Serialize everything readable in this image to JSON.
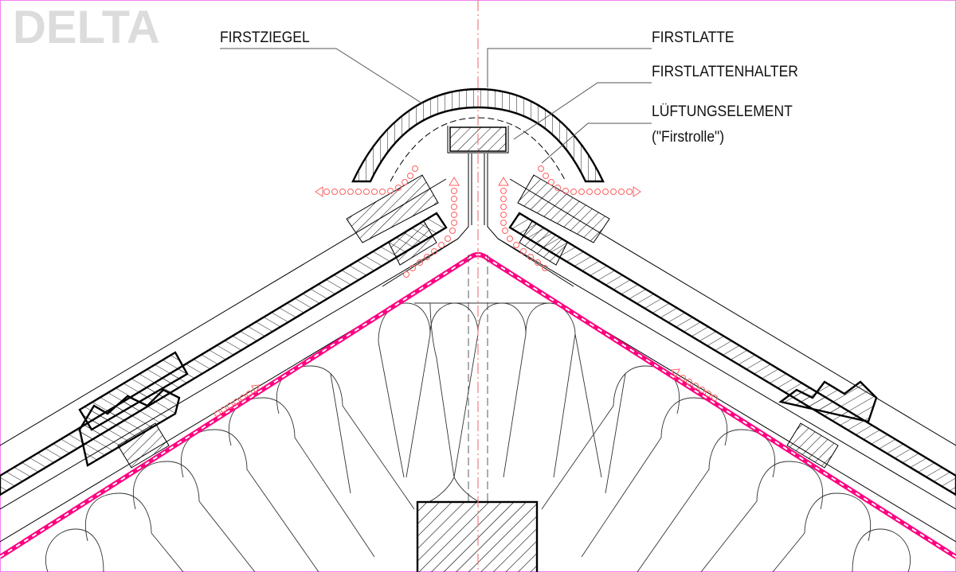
{
  "brand": {
    "logo_text": "DELTA",
    "logo_color": "#dcdcdc"
  },
  "labels": {
    "firstziegel": "FIRSTZIEGEL",
    "firstlatte": "FIRSTLATTE",
    "firstlattenhalter": "FIRSTLATTENHALTER",
    "lueftungselement": "LÜFTUNGSELEMENT",
    "lueftungselement_sub": "(\"Firstrolle\")"
  },
  "colors": {
    "membrane": "#ff0080",
    "airflow": "#ff6060",
    "centerline": "#f08080",
    "frame": "#f080f0",
    "line": "#000000"
  },
  "diagram": {
    "type": "roof ridge cross-section",
    "components": [
      "ridge tile",
      "ridge batten",
      "ridge batten holder",
      "ventilation element",
      "roof tiles",
      "roof battens",
      "counter battens",
      "underlay membrane",
      "insulation",
      "ridge beam"
    ]
  }
}
